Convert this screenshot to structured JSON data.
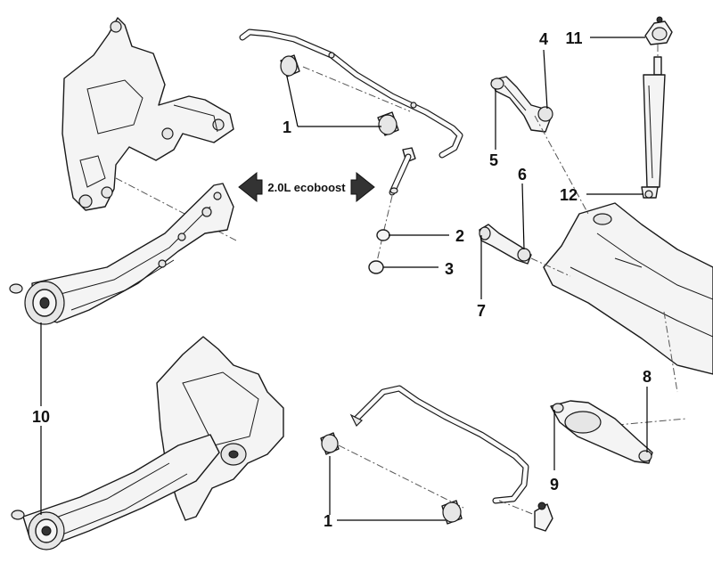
{
  "engine_note": "2.0L ecoboost",
  "callouts": {
    "c1a": "1",
    "c1b": "1",
    "c2": "2",
    "c3": "3",
    "c4": "4",
    "c5": "5",
    "c6": "6",
    "c7": "7",
    "c8": "8",
    "c9": "9",
    "c10": "10",
    "c11": "11",
    "c12": "12"
  },
  "icons": {
    "left_arrow": "left-arrow-icon",
    "right_arrow": "right-arrow-icon"
  }
}
